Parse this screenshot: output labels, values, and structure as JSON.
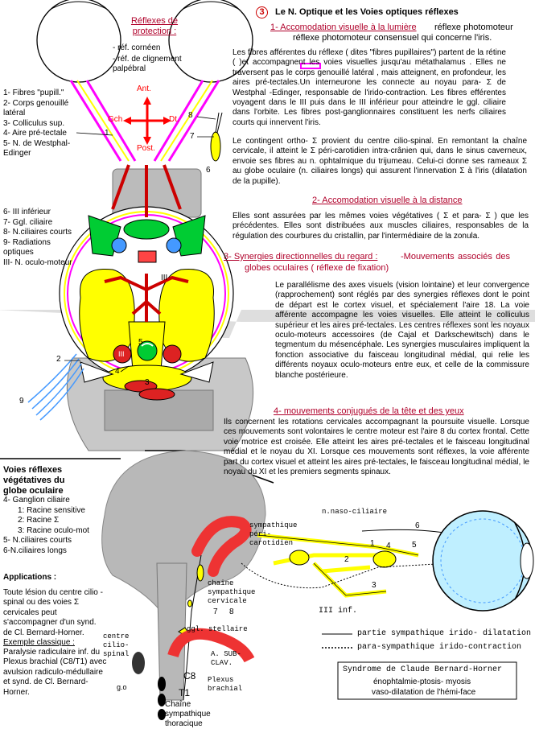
{
  "colors": {
    "accent": "#c00000",
    "yellow": "#ffff00",
    "green": "#00cc33",
    "magenta": "#ff00ff",
    "blue": "#4499ff",
    "grey": "#b8b8b8",
    "cyan": "#bfefff"
  },
  "title": {
    "number": "3",
    "text": "Le N. Optique et  les  Voies optiques réflexes"
  },
  "protection": {
    "heading": "Réflexes de protection :",
    "items": [
      "- réf. cornéen",
      "- réf. de clignement palpébral"
    ]
  },
  "orientation": {
    "ant": "Ant.",
    "post": "Post.",
    "left": "Gch",
    "right": "Dt."
  },
  "left_legend_top": [
    "1- Fibres \"pupill.\"",
    "2- Corps genouillé latéral",
    "3- Colliculus sup.",
    "4- Aire pré-tectale",
    "5- N. de Westphal-Edinger"
  ],
  "left_legend_mid": [
    "6- III inférieur",
    "7- Ggl. ciliaire",
    "8- N.ciliaires courts",
    "9- Radiations optiques",
    "III- N. oculo-moteur"
  ],
  "diagram_labels": {
    "n1": "1",
    "n2": "2",
    "n3": "3",
    "n4": "4",
    "n5": "5",
    "n6": "6",
    "n7": "7",
    "n8": "8",
    "n9": "9",
    "nIII": "III",
    "nIIIb": "III"
  },
  "s1": {
    "heading": "1- Accomodation visuelle à la lumière",
    "heading_tail": " réflexe photomoteur consensuel  qui concerne l'iris.",
    "p1": "Les fibres afférentes du réflexe ( dites \"fibres pupillaires\") partent de la rétine (       )et accompagnent les voies visuelles jusqu'au métathalamus . Elles ne traversent pas le corps genouillé latéral ,  mais atteignent, en profondeur,  les aires pré-tectales.Un  interneurone les connecte   au noyau para- Σ de Westphal -Edinger, responsable  de l'irido-contraction.  Les fibres efférentes voyagent dans le III puis dans le III  inférieur pour atteindre le ggl. ciliaire dans l'orbite. Les fibres post-ganglionnaires constituent les nerfs ciliaires  courts  qui innervent l'iris.",
    "p2": "Le contingent ortho- Σ  provient du centre cilio-spinal. En remontant la chaîne cervicale, il atteint le Σ péri-carotidien intra-crânien  qui, dans le sinus caverneux, envoie ses fibres au n. ophtalmique du trijumeau. Celui-ci donne ses rameaux Σ  au globe oculaire (n. ciliaires longs) qui assurent l'innervation  Σ à l'iris (dilatation de la pupille)."
  },
  "s2": {
    "heading": "2- Accomodation visuelle à la distance",
    "p": "Elles sont assurées par les mêmes voies végétatives ( Σ  et para- Σ ) que les précédentes. Elles sont distribuées aux muscles ciliaires, responsables de la régulation des courbures du cristallin, par l'intermédiaire de la zonula."
  },
  "s3": {
    "heading": "3- Synergies directionnelles du regard :",
    "heading_tail": "  -Mouvements associés des globes  oculaires  ( réflexe de fixation)",
    "p": "Le parallélisme des axes visuels (vision lointaine)  et leur convergence (rapprochement) sont réglés par des synergies réflexes dont le point de départ est le cortex visuel, et spécialement l'aire 18. La voie afférente accompagne les voies visuelles. Elle atteint le colliculus supérieur et les aires pré-tectales. Les centres réflexes sont les noyaux oculo-moteurs accessoires (de Cajal et Darkschewitsch) dans le tegmentum du mésencéphale. Les synergies musculaires impliquent la fonction associative du faisceau longitudinal médial, qui relie les différents noyaux oculo-moteurs entre eux, et celle de la commissure blanche postérieure."
  },
  "s4": {
    "heading": "4- mouvements conjugués de la tête et  des yeux",
    "p": "Ils concernent les rotations cervicales accompagnant la poursuite visuelle. Lorsque ces mouvements sont volontaires le centre moteur est l'aire 8 du cortex frontal.  Cette voie motrice est croisée. Elle atteint les aires pré-tectales et le faisceau longitudinal  médial et le noyau du XI. Lorsque ces mouvements sont réflexes, la voie afférente part du cortex visuel et  atteint les aires pré-tectales, le faisceau longitudinal médial, le noyau du XI et les premiers  segments spinaux."
  },
  "voies": {
    "title": "Voies réflexes végétatives du globe oculaire",
    "items": [
      "4- Ganglion ciliaire",
      "1: Racine sensitive",
      "2: Racine Σ",
      "3: Racine oculo-mot",
      "5- N.ciliaires courts",
      "6-N.ciliaires longs"
    ]
  },
  "applications": {
    "heading": "Applications :",
    "text": "Toute lésion du centre cilio -spinal ou des voies Σ cervicales peut s'accompagner d'un synd. de  Cl. Bernard-Horner."
  },
  "exemple": {
    "heading": "Exemple classique :",
    "text": "Paralysie radiculaire inf. du Plexus brachial (C8/T1) avec avulsion radiculo-médullaire et synd. de Cl. Bernard-Horner."
  },
  "lower_labels": {
    "naso": "n.naso-ciliaire",
    "symp": "sympathique péri-carotidien",
    "chaine": "chaîne sympathique cervicale",
    "n7": "7",
    "n8": "8",
    "stellaire": "ggl. stellaire",
    "asub": "A. SUB- CLAV.",
    "centre": "centre cilio- spinal",
    "c8": "C8",
    "t1": "T1",
    "plexus": "Plexus brachial",
    "chaine_thor": "Chaîne sympathique thoracique",
    "go": "g.o",
    "l1": "1",
    "l2": "2",
    "l3": "3",
    "l4": "4",
    "l5": "5",
    "l6": "6",
    "iiiinf": "III inf."
  },
  "legend_lines": {
    "symp": "partie sympathique irido- dilatation",
    "para": "para-sympathique irido-contraction"
  },
  "syndrome": {
    "title": "Syndrome de Claude Bernard-Horner",
    "l1": "énophtalmie-ptosis- myosis",
    "l2": "vaso-dilatation de l'hémi-face"
  }
}
